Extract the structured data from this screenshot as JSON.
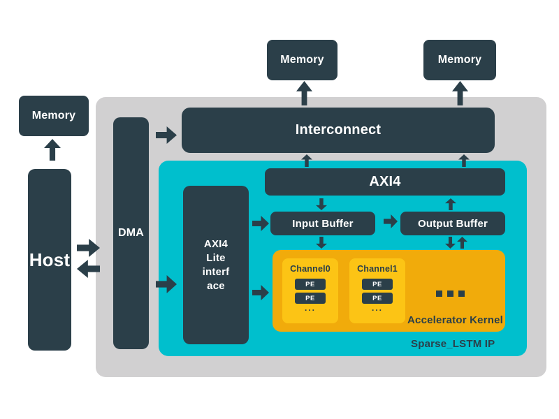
{
  "colors": {
    "dark": "#2b3f49",
    "cyan": "#00bfcd",
    "orange": "#f1ab0b",
    "yellow": "#fcc415",
    "gray": "#d1d0d1",
    "white": "#ffffff"
  },
  "nodes": {
    "memory_left": "Memory",
    "memory_top_1": "Memory",
    "memory_top_2": "Memory",
    "host": "Host",
    "dma": "DMA",
    "interconnect": "Interconnect",
    "axi4": "AXI4",
    "axi4_lite_lines": [
      "AXI4",
      "Lite",
      "interf",
      "ace"
    ],
    "input_buffer": "Input Buffer",
    "output_buffer": "Output Buffer",
    "accelerator_kernel": "Accelerator Kernel",
    "sparse_lstm_ip": "Sparse_LSTM IP",
    "channels": [
      {
        "label": "Channel0",
        "pes": [
          "PE",
          "PE"
        ],
        "more": "..."
      },
      {
        "label": "Channel1",
        "pes": [
          "PE",
          "PE"
        ],
        "more": "..."
      }
    ]
  }
}
